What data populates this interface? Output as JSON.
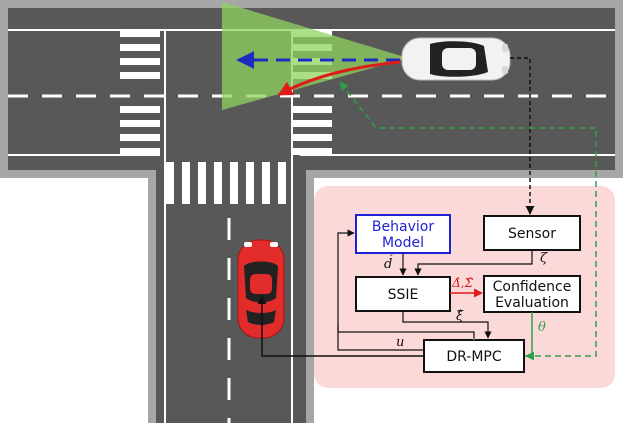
{
  "blocks": {
    "behavior_model": {
      "line1": "Behavior",
      "line2": "Model"
    },
    "sensor": "Sensor",
    "ssie": "SSIE",
    "confidence": {
      "line1": "Confidence",
      "line2": "Evaluation"
    },
    "drmpc": "DR-MPC"
  },
  "signals": {
    "d_hat": {
      "base": "d",
      "sup": "̂",
      "note": "rendered as d with a hat superscript"
    },
    "zeta": "ζ",
    "delta_sigma": "Δ̂,Σ̂",
    "xi_hat": "ξ̂",
    "theta": "θ",
    "u": "u"
  },
  "colors": {
    "road": "#585858",
    "road_edge": "#a6a6a6",
    "control_panel": "#fbd9d9",
    "behavior_model": "#1f1fd6",
    "red_signal": "#e01b1b",
    "green_signal": "#2ea04a",
    "fov": "#8fd35f",
    "blue_arrow": "#1f2bc0",
    "red_arrow": "#e01b1b",
    "ego_car": "#e22b2b",
    "other_car": "#f2f2f2"
  }
}
